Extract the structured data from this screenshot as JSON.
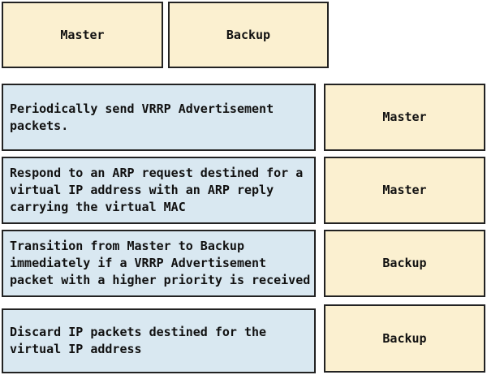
{
  "palette": {
    "cream": "#FBF0D0",
    "blue": "#D9E8F1",
    "border": "#222222",
    "background": "#FFFFFF",
    "text": "#111111"
  },
  "options": [
    {
      "label": "Master"
    },
    {
      "label": "Backup"
    }
  ],
  "rows": [
    {
      "description": "Periodically send VRRP Advertisement packets.",
      "answer": "Master"
    },
    {
      "description": "Respond to an ARP request destined for a virtual IP address with an ARP reply carrying the virtual MAC",
      "answer": "Master"
    },
    {
      "description": "Transition from Master to Backup immediately if a VRRP Advertisement packet with a higher priority is received",
      "answer": "Backup"
    },
    {
      "description": "Discard IP packets destined for the virtual IP address",
      "answer": "Backup"
    }
  ]
}
